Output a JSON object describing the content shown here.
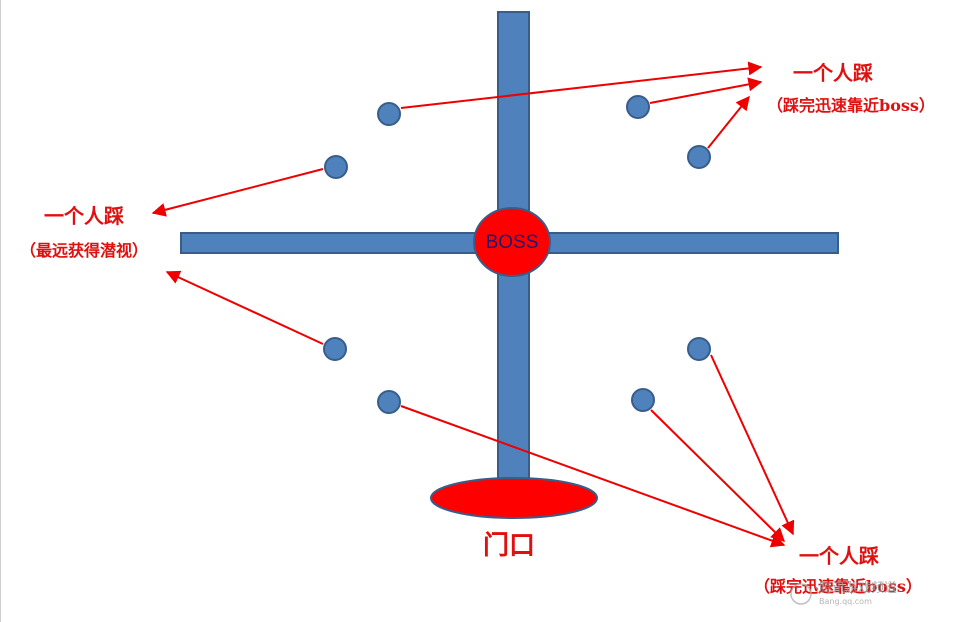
{
  "diagram": {
    "boss_label": "BOSS",
    "door_label": "门口",
    "groups": [
      {
        "title": "一个人踩",
        "note": "（踩完迅速靠近boss）"
      },
      {
        "title": "一个人踩",
        "note": "（最远获得潜视）"
      },
      {
        "title": "一个人踩",
        "note": "（踩完迅速靠近boss）"
      }
    ],
    "watermark": {
      "main": "腾讯游戏频道",
      "sub": "Bang.qq.com"
    },
    "colors": {
      "bar": "#4f81bd",
      "bar_edge": "#385d8a",
      "boss": "#ff0000",
      "arrow": "#ee0000",
      "text": "#e01010"
    }
  }
}
